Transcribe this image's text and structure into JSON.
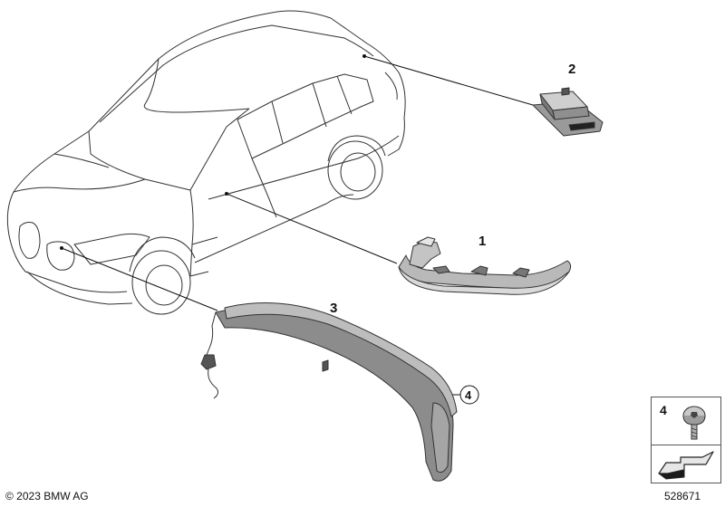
{
  "callouts": {
    "part_1": "1",
    "part_2": "2",
    "part_3": "3",
    "part_4": "4"
  },
  "legend": {
    "item_number": "4",
    "screw_icon": "torx-button-head-screw-icon",
    "arrow_icon": "assembly-arrow-icon"
  },
  "footer": {
    "copyright": "© 2023 BMW AG",
    "document_number": "528671"
  }
}
